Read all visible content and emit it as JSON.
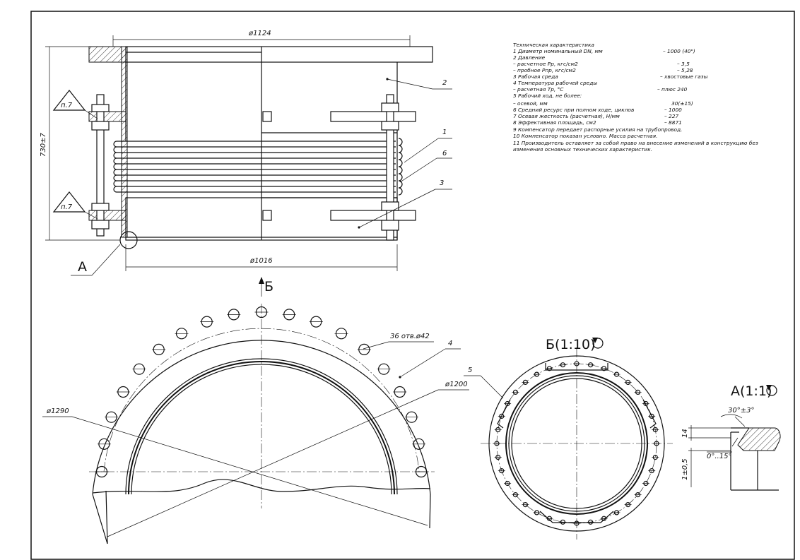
{
  "dimensions": {
    "top_width": "ø1124",
    "height": "730±7",
    "bottom_width": "ø1016",
    "holes": "36 отв.ø42",
    "outer_diameter": "ø1290",
    "bolt_circle": "ø1200",
    "weld_angle": "30°±3°",
    "weld_root_angle": "0°..15°",
    "weld_size": "14",
    "weld_gap": "1±0,5"
  },
  "weld_marks": [
    "п.7",
    "п.7"
  ],
  "callouts": [
    "1",
    "2",
    "3",
    "4",
    "5",
    "6"
  ],
  "section_view": "Б",
  "detail_view": "А",
  "view_b_title": "Б(1:10)",
  "view_a_title": "А(1:1)",
  "spec_lines": [
    {
      "label": "Техническая характеристика",
      "value": ""
    },
    {
      "label": "1 Диаметр номинальный DN, мм",
      "value": "– 1000 (40\")"
    },
    {
      "label": "2 Давление",
      "value": ""
    },
    {
      "label": "–       расчетное Рр, кгс/см2",
      "value": "– 3,5"
    },
    {
      "label": "–       пробное Рпр, кгс/см2",
      "value": "– 5,28"
    },
    {
      "label": "3 Рабочая среда",
      "value": "– хвостовые газы"
    },
    {
      "label": "4 Температура рабочей среды",
      "value": ""
    },
    {
      "label": "–       расчетная Тр, °С",
      "value": "– плюс 240"
    },
    {
      "label": "5 Рабочий ход, не более:",
      "value": ""
    },
    {
      "label": "–       осевой, мм",
      "value": "30(±15)"
    },
    {
      "label": "6 Средний ресурс при полном ходе, циклов",
      "value": "– 1000"
    },
    {
      "label": "7 Осевая жесткость (расчетная), Н/мм",
      "value": "– 227"
    },
    {
      "label": "8 Эффективная площадь, см2",
      "value": "– 8871"
    },
    {
      "label": "9 Компенсатор передает распорные усилия на трубопровод.",
      "value": ""
    },
    {
      "label": "10 Компенсатор показан условно. Масса расчетная.",
      "value": ""
    },
    {
      "label": "11 Производитель оставляет за собой право на внесение изменений в конструкцию без",
      "value": ""
    },
    {
      "label": "изменения основных технических характеристик.",
      "value": ""
    }
  ]
}
